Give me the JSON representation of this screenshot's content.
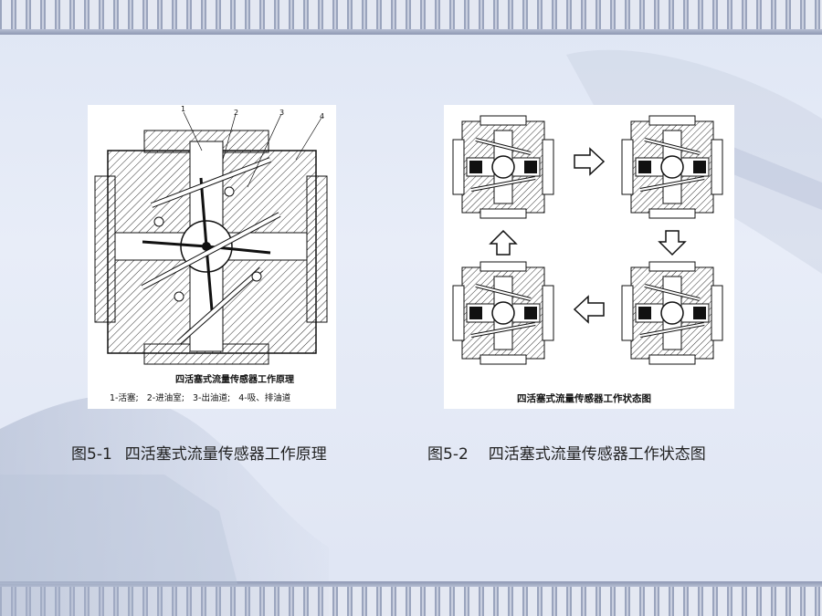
{
  "figure1": {
    "inner_title": "四活塞式流量传感器工作原理",
    "legend": [
      "1-活塞;",
      "2-进油室;",
      "3-出油道;",
      "4-吸、排油道"
    ],
    "part_numbers": [
      "1",
      "2",
      "3",
      "4"
    ],
    "caption_label": "图5-1",
    "caption_text": "四活塞式流量传感器工作原理"
  },
  "figure2": {
    "inner_title": "四活塞式流量传感器工作状态图",
    "caption_label": "图5-2",
    "caption_text": "四活塞式流量传感器工作状态图"
  },
  "colors": {
    "background": "#e3e9f6",
    "band": "#9aa4bd"
  }
}
